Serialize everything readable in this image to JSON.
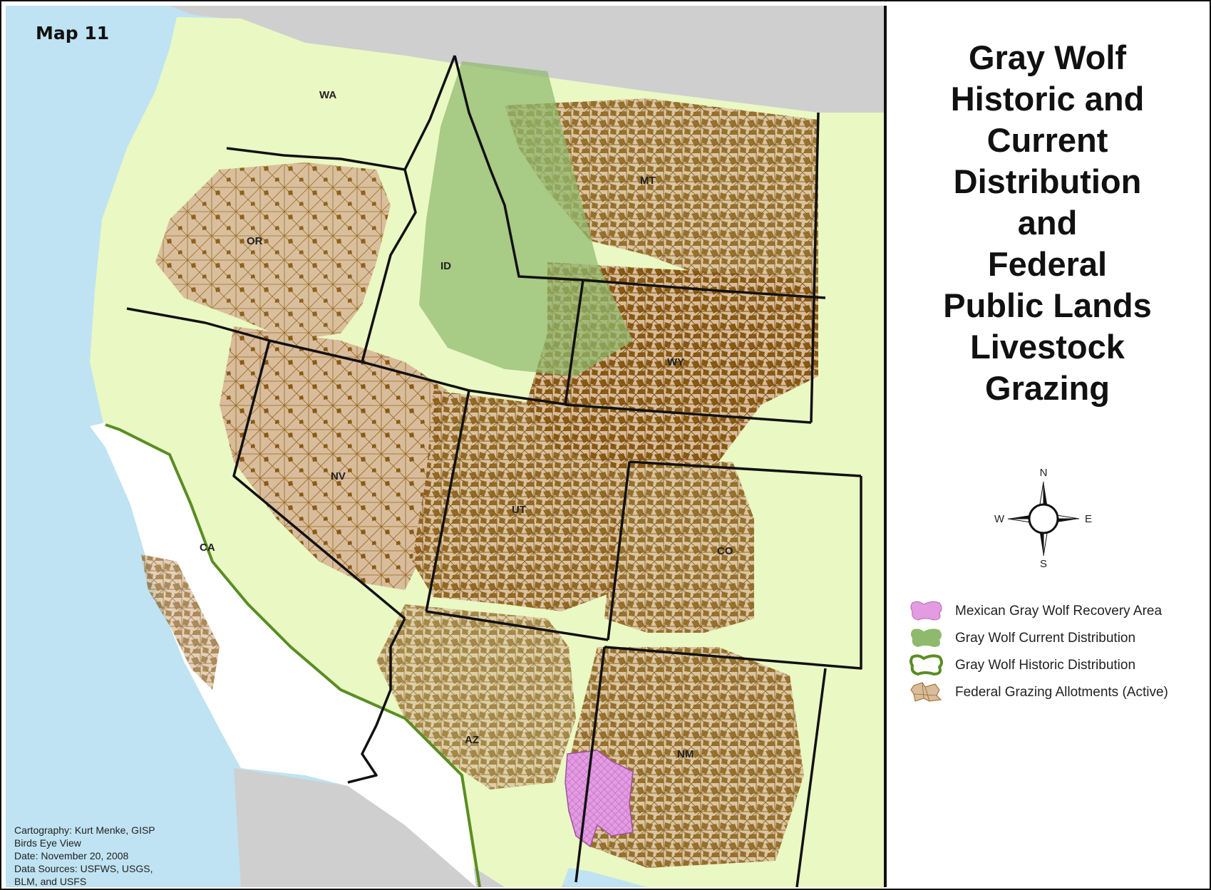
{
  "map": {
    "map_number": "Map 11",
    "title_lines": [
      "Gray Wolf",
      "Historic and",
      "Current",
      "Distribution",
      "and",
      "Federal",
      "Public Lands",
      "Livestock",
      "Grazing"
    ],
    "credits": [
      "Cartography: Kurt Menke, GISP",
      "Birds Eye View",
      "Date: November 20, 2008",
      "Data Sources: USFWS, USGS,",
      "BLM, and USFS"
    ],
    "states": [
      "WA",
      "OR",
      "ID",
      "MT",
      "WY",
      "NV",
      "UT",
      "CO",
      "CA",
      "AZ",
      "NM"
    ],
    "compass": {
      "n": "N",
      "s": "S",
      "e": "E",
      "w": "W"
    },
    "legend": [
      {
        "label": "Mexican Gray Wolf Recovery Area",
        "color": "#e39be2",
        "icon": "solid-blob"
      },
      {
        "label": "Gray Wolf Current Distribution",
        "color": "#8fba6e",
        "icon": "solid-blob"
      },
      {
        "label": "Gray Wolf Historic Distribution",
        "color": "#5a8d24",
        "icon": "outline-blob"
      },
      {
        "label": "Federal Grazing Allotments (Active)",
        "color": "#d8bc9c",
        "icon": "parcel-blob"
      }
    ],
    "colors": {
      "ocean": "#bfe3f2",
      "land_in_range": "#eaf8c3",
      "land_outside": "#cfcfcf",
      "outside_historic": "#ffffff",
      "grazing_dark": "#8a5a12",
      "grazing_light": "#d8bc9c",
      "current_distribution": "#8fba6e",
      "historic_line": "#5a8d24",
      "mexican_area": "#e39be2",
      "state_border": "#111111"
    }
  }
}
